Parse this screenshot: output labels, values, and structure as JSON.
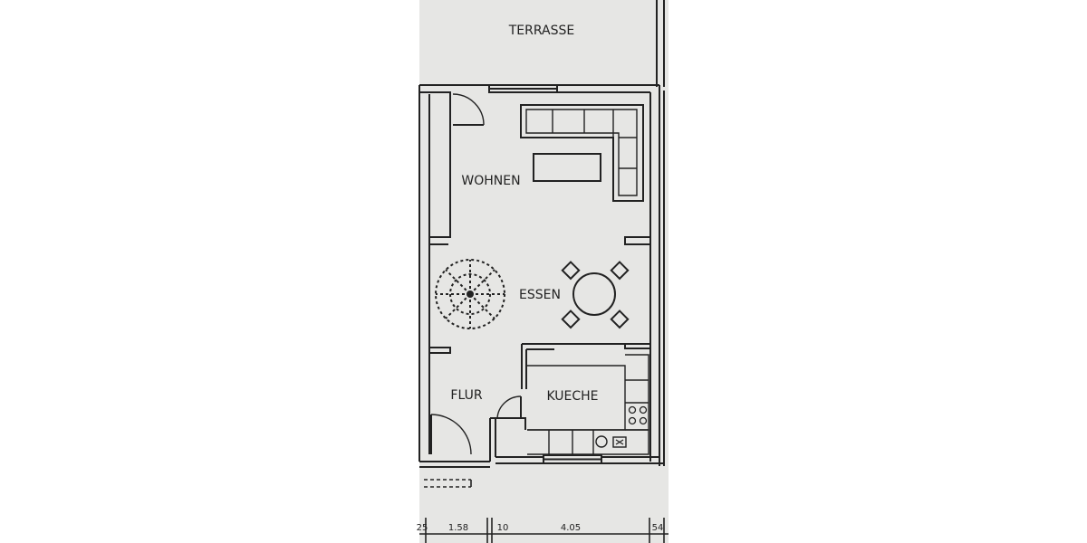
{
  "plan": {
    "rooms": {
      "terrace": "TERRASSE",
      "living": "WOHNEN",
      "dining": "ESSEN",
      "hall": "FLUR",
      "kitchen": "KUECHE"
    },
    "dimensions": [
      "25",
      "1.58",
      "10",
      "4.05",
      "54"
    ],
    "colors": {
      "paper": "#e6e6e4",
      "ink": "#222222"
    }
  }
}
